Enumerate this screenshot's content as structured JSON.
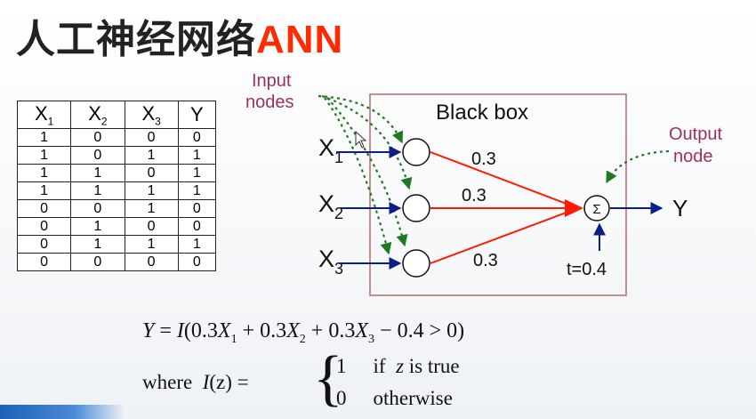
{
  "title": {
    "chinese": "人工神经网络",
    "english": "ANN"
  },
  "truth_table": {
    "headers": [
      {
        "base": "X",
        "sub": "1"
      },
      {
        "base": "X",
        "sub": "2"
      },
      {
        "base": "X",
        "sub": "3"
      },
      {
        "base": "Y",
        "sub": ""
      }
    ],
    "rows": [
      [
        "1",
        "0",
        "0",
        "0"
      ],
      [
        "1",
        "0",
        "1",
        "1"
      ],
      [
        "1",
        "1",
        "0",
        "1"
      ],
      [
        "1",
        "1",
        "1",
        "1"
      ],
      [
        "0",
        "0",
        "1",
        "0"
      ],
      [
        "0",
        "1",
        "0",
        "0"
      ],
      [
        "0",
        "1",
        "1",
        "1"
      ],
      [
        "0",
        "0",
        "0",
        "0"
      ]
    ]
  },
  "diagram": {
    "black_box_label": "Black box",
    "input_nodes_label": [
      "Input",
      "nodes"
    ],
    "output_node_label": [
      "Output",
      "node"
    ],
    "inputs": [
      {
        "base": "X",
        "sub": "1"
      },
      {
        "base": "X",
        "sub": "2"
      },
      {
        "base": "X",
        "sub": "3"
      }
    ],
    "weights": [
      "0.3",
      "0.3",
      "0.3"
    ],
    "sum_symbol": "Σ",
    "threshold": "t=0.4",
    "output": "Y",
    "colors": {
      "box_border": "#b36b6b",
      "annotation_text": "#a0305a",
      "weight_edge": "#ff1a00",
      "arrow_blue": "#0a1f8a",
      "dotted_green": "#1e7a1e"
    }
  },
  "formula": {
    "lhs": "Y",
    "eq": "=",
    "func": "I",
    "open": "(",
    "c1": "0.3",
    "c2": "0.3",
    "c3": "0.3",
    "var": "X",
    "s1": "1",
    "s2": "2",
    "s3": "3",
    "plus": "+",
    "minus": "−",
    "t": "0.4",
    "gt": ">",
    "zero": "0",
    "close": ")"
  },
  "where_clause": {
    "where": "where",
    "lhs_func": "I",
    "lhs_arg": "(z)",
    "eq": "=",
    "case1_value": "1",
    "case1_if": "if",
    "case1_var": "z",
    "case1_rest": "is true",
    "case2_value": "0",
    "case2_rest": "otherwise"
  }
}
